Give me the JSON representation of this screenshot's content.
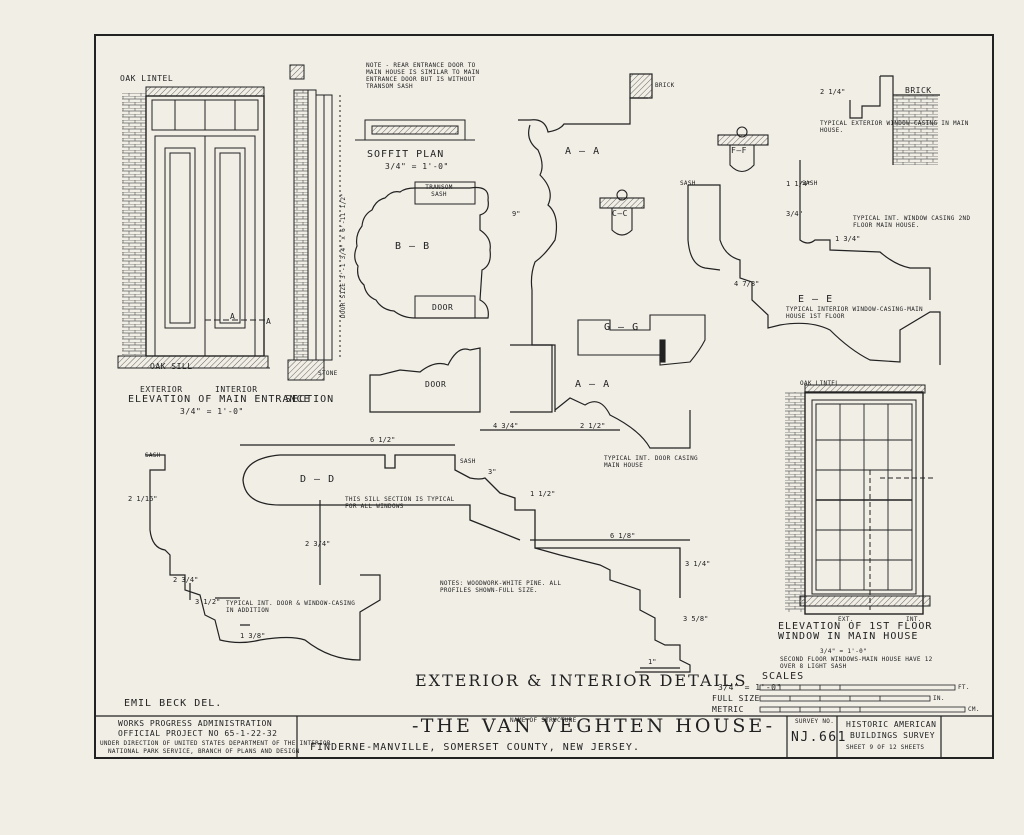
{
  "drawing": {
    "title": "EXTERIOR & INTERIOR DETAILS",
    "drafter": "EMIL BECK DEL.",
    "notes_top": "NOTE - REAR ENTRANCE DOOR TO MAIN HOUSE IS SIMILAR TO MAIN ENTRANCE DOOR BUT IS WITHOUT TRANSOM SASH",
    "notes_bottom": "NOTES: WOODWORK-WHITE PINE. ALL PROFILES SHOWN-FULL SIZE.",
    "sill_note": "THIS SILL SECTION IS TYPICAL FOR ALL WINDOWS"
  },
  "labels": {
    "oak_lintel": "OAK LINTEL",
    "oak_lintel_2": "OAK LINTEL",
    "oak_sill": "OAK SILL",
    "exterior": "EXTERIOR",
    "interior": "INTERIOR",
    "elevation_main_entrance": "ELEVATION OF MAIN ENTRANCE",
    "scale_main_entrance": "3/4\" = 1'-0\"",
    "section": "SECTION",
    "door_size": "DOOR SIZE 3'-1 3/4\" x 6'-11 1/2\"",
    "soffit_plan": "SOFFIT PLAN",
    "soffit_scale": "3/4\" = 1'-0\"",
    "transom_sash": "TRANSOM SASH",
    "door": "DOOR",
    "door_2": "DOOR",
    "stone": "STONE",
    "brick": "BRICK",
    "brick_2": "BRICK",
    "sash": "SASH",
    "sash_2": "SASH",
    "sash_3": "SASH",
    "sash_4": "SASH",
    "aa": "A — A",
    "aa_2": "A — A",
    "bb": "B — B",
    "cc": "C—C",
    "dd": "D — D",
    "ee": "E — E",
    "ff": "F—F",
    "gg": "G — G",
    "a_mark": "A",
    "typical_ext_window": "TYPICAL EXTERIOR WINDOW-CASING IN MAIN HOUSE.",
    "typical_int_window_2nd": "TYPICAL INT. WINDOW CASING 2ND FLOOR MAIN HOUSE.",
    "typical_int_window_1st": "TYPICAL INTERIOR WINDOW-CASING-MAIN HOUSE 1ST FLOOR",
    "typical_int_door": "TYPICAL INT. DOOR CASING MAIN HOUSE",
    "typical_int_door_window": "TYPICAL INT. DOOR & WINDOW-CASING IN ADDITION",
    "ext": "EXT.",
    "int": "INT.",
    "elevation_window": "ELEVATION OF 1ST FLOOR WINDOW IN MAIN HOUSE",
    "window_scale": "3/4\" = 1'-0\"",
    "second_floor_note": "SECOND FLOOR WINDOWS-MAIN HOUSE HAVE 12 OVER 8 LIGHT SASH"
  },
  "dimensions": {
    "d_6_1_2": "6 1/2\"",
    "d_6_1_8": "6 1/8\"",
    "d_3": "3\"",
    "d_2_3_4": "2 3/4\"",
    "d_2_3_4_b": "2 3/4\"",
    "d_4_3_4": "4 3/4\"",
    "d_2_1_2": "2 1/2\"",
    "d_4_7_8": "4 7/8\"",
    "d_1_3_4": "1 3/4\"",
    "d_1_3_8": "1 3/8\"",
    "d_3_1_4": "3 1/4\"",
    "d_3_5_8": "3 5/8\"",
    "d_1": "1\"",
    "d_9": "9\"",
    "d_2_1_4": "2 1/4\"",
    "d_1_1_4": "1 1/4\"",
    "d_3_4": "3/4\"",
    "d_2_1_16": "2 1/16\"",
    "d_1_1_2": "1 1/2\"",
    "d_3_1_2": "3 1/2\""
  },
  "scales": {
    "heading": "SCALES",
    "rows": [
      {
        "label": "3/4\" = 1'-0\"",
        "unit": "FT."
      },
      {
        "label": "FULL SIZE",
        "unit": "IN."
      },
      {
        "label": "METRIC",
        "unit": "CM."
      }
    ]
  },
  "title_block": {
    "wpa_line1": "WORKS PROGRESS ADMINISTRATION",
    "wpa_line2": "OFFICIAL PROJECT NO 65-1-22-32",
    "wpa_line3": "UNDER DIRECTION OF UNITED STATES DEPARTMENT OF THE INTERIOR",
    "wpa_line4": "NATIONAL PARK SERVICE, BRANCH OF PLANS AND DESIGN",
    "structure_caption": "NAME OF STRUCTURE",
    "structure_name": "-THE VAN VEGHTEN HOUSE-",
    "location": "FINDERNE-MANVILLE, SOMERSET COUNTY, NEW JERSEY.",
    "survey_caption": "SURVEY NO.",
    "survey_no": "NJ.661",
    "habs_line1": "HISTORIC AMERICAN",
    "habs_line2": "BUILDINGS SURVEY",
    "sheet": "SHEET 9 OF 12 SHEETS"
  },
  "colors": {
    "paper": "#f1eee6",
    "ink": "#222222",
    "hatch": "#555555"
  }
}
